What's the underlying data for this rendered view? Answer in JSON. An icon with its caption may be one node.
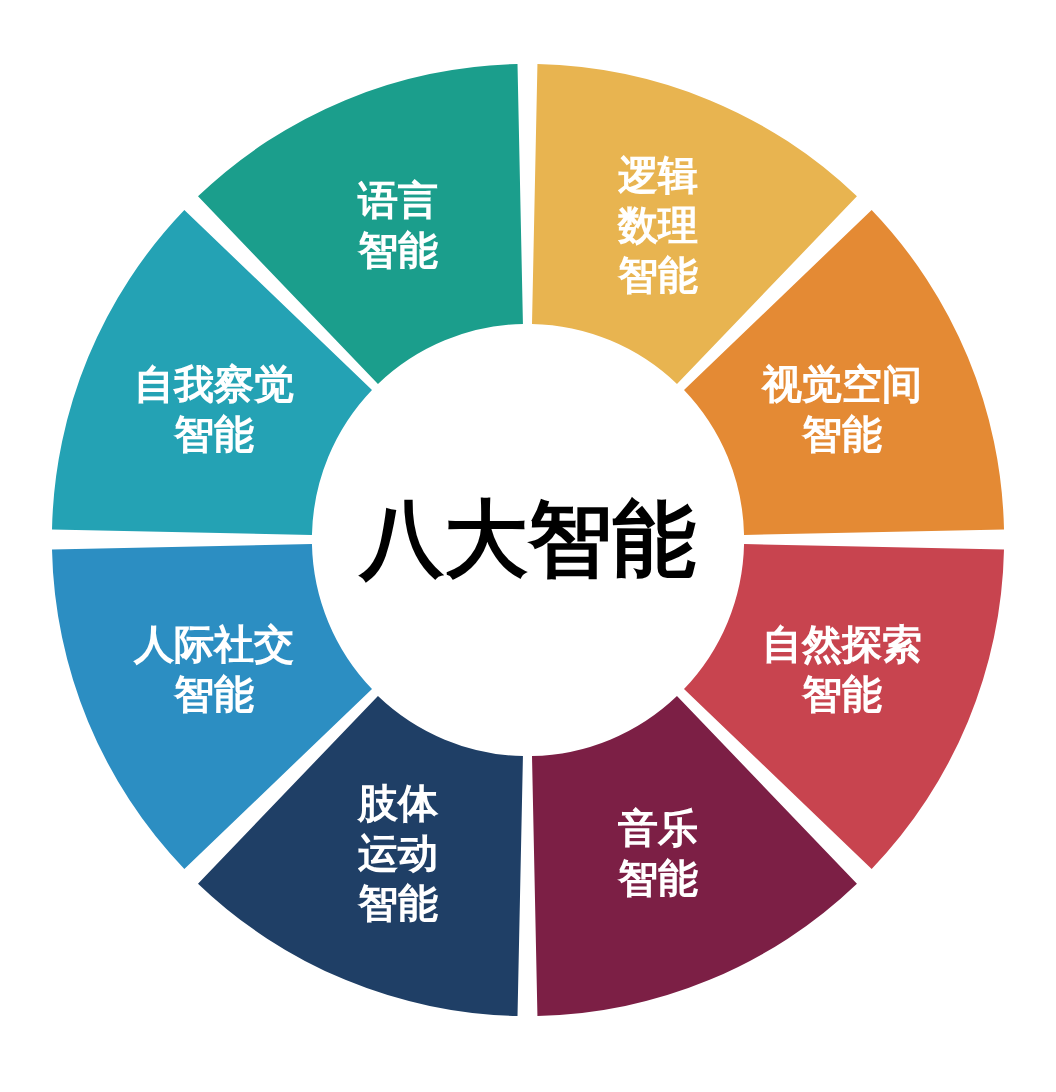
{
  "diagram": {
    "nodes": [
      {
        "text": [
          "八大智能"
        ]
      },
      {
        "text": [
          "逻辑数理智能"
        ]
      },
      {
        "text": [
          "视觉空间智能"
        ]
      },
      {
        "text": [
          "自然探索智能"
        ]
      },
      {
        "text": [
          "音乐智能"
        ]
      },
      {
        "text": [
          "肢体运动智能"
        ]
      },
      {
        "text": [
          "人际社交智能"
        ]
      },
      {
        "text": [
          "自我察觉智能"
        ]
      },
      {
        "text": [
          "语言智能"
        ]
      }
    ]
  }
}
